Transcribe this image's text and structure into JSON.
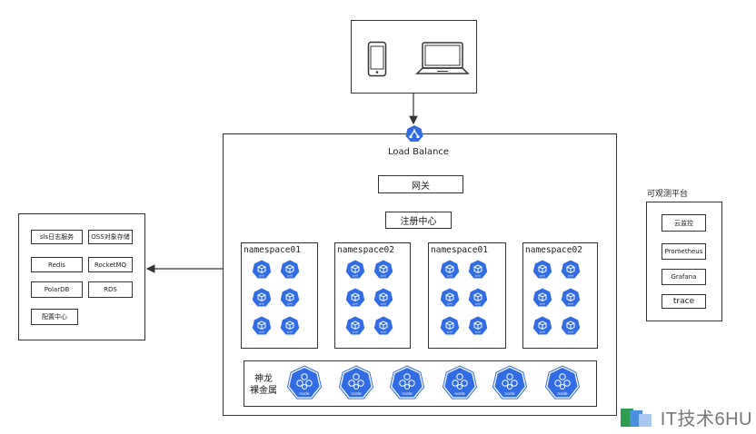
{
  "clients": {
    "devices": [
      "phone-icon",
      "laptop-icon"
    ]
  },
  "load_balance": {
    "label": "Load Balance"
  },
  "gateway": {
    "label": "网关"
  },
  "registry": {
    "label": "注册中心"
  },
  "namespaces": [
    {
      "label": "namespace01",
      "pods": 6
    },
    {
      "label": "namespace02",
      "pods": 6
    },
    {
      "label": "namespace01",
      "pods": 6
    },
    {
      "label": "namespace02",
      "pods": 6
    }
  ],
  "bare_metal": {
    "label_line1": "神龙",
    "label_line2": "裸金属",
    "nodes": 6,
    "node_text": "node"
  },
  "pod_text": "pod",
  "middleware": {
    "items": [
      "sls日志服务",
      "OSS对象存储",
      "Redis",
      "RocketMQ",
      "PolarDB",
      "RDS",
      "配置中心"
    ]
  },
  "observability": {
    "title": "可观测平台",
    "items": [
      "云监控",
      "Prometheus",
      "Grafana",
      "trace"
    ]
  },
  "watermark": {
    "text": "IT技术6HU"
  },
  "colors": {
    "k8s_blue": "#326ce5",
    "stroke": "#333333"
  }
}
